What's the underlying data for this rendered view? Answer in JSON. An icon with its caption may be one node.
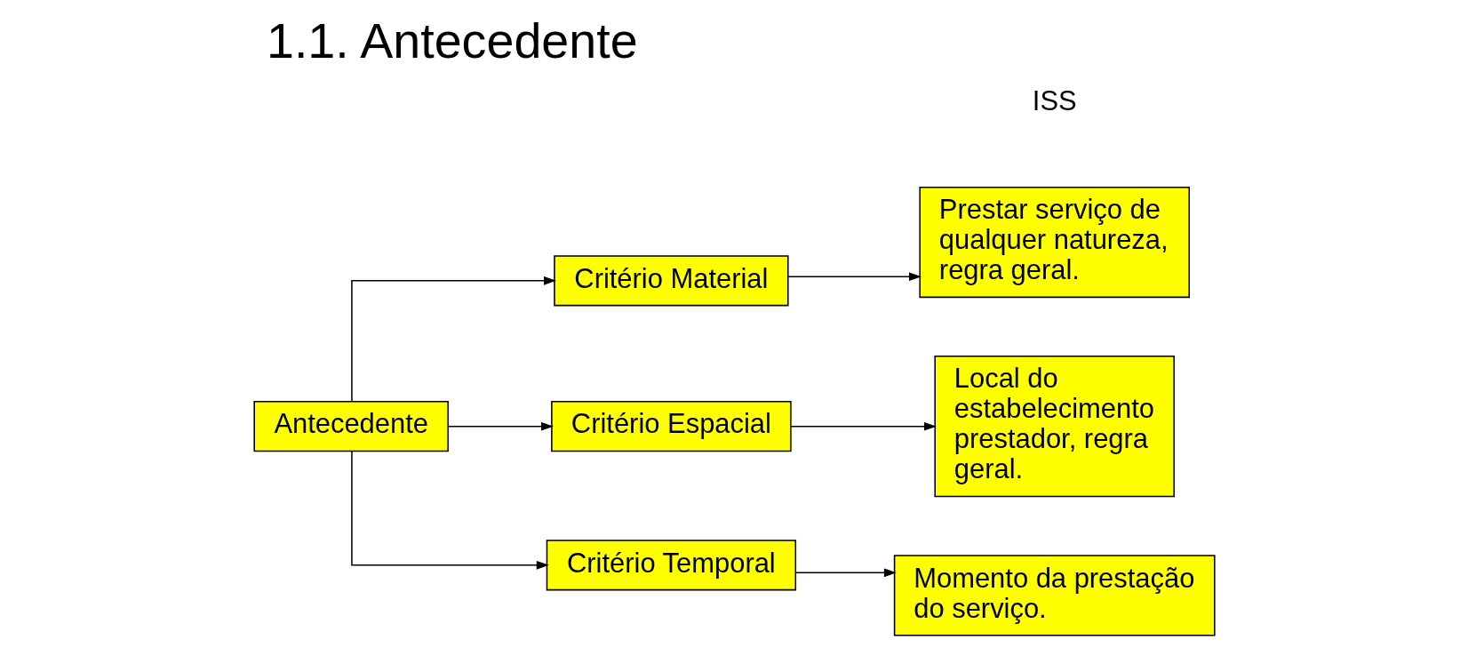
{
  "diagram": {
    "title": "1.1. Antecedente",
    "nodes": [
      {
        "text": [
          "Antecedente"
        ]
      },
      {
        "text": [
          "Critério Material"
        ]
      },
      {
        "text": [
          "Critério Espacial"
        ]
      },
      {
        "text": [
          "Critério Temporal"
        ]
      },
      {
        "text": [
          "Prestar serviço de qualquer natureza, regra geral."
        ]
      },
      {
        "text": [
          "Local do estabelecimento prestador, regra geral."
        ]
      },
      {
        "text": [
          "Momento da prestação do serviço."
        ]
      }
    ],
    "edges": [
      {
        "from": 0,
        "to": 1,
        "arrow": "to"
      },
      {
        "from": 0,
        "to": 2,
        "arrow": "to"
      },
      {
        "from": 0,
        "to": 3,
        "arrow": "to"
      },
      {
        "from": 1,
        "to": 4,
        "arrow": "to"
      },
      {
        "from": 2,
        "to": 5,
        "arrow": "to"
      },
      {
        "from": 3,
        "to": 6,
        "arrow": "to"
      }
    ],
    "labels": [
      "ISS"
    ]
  }
}
